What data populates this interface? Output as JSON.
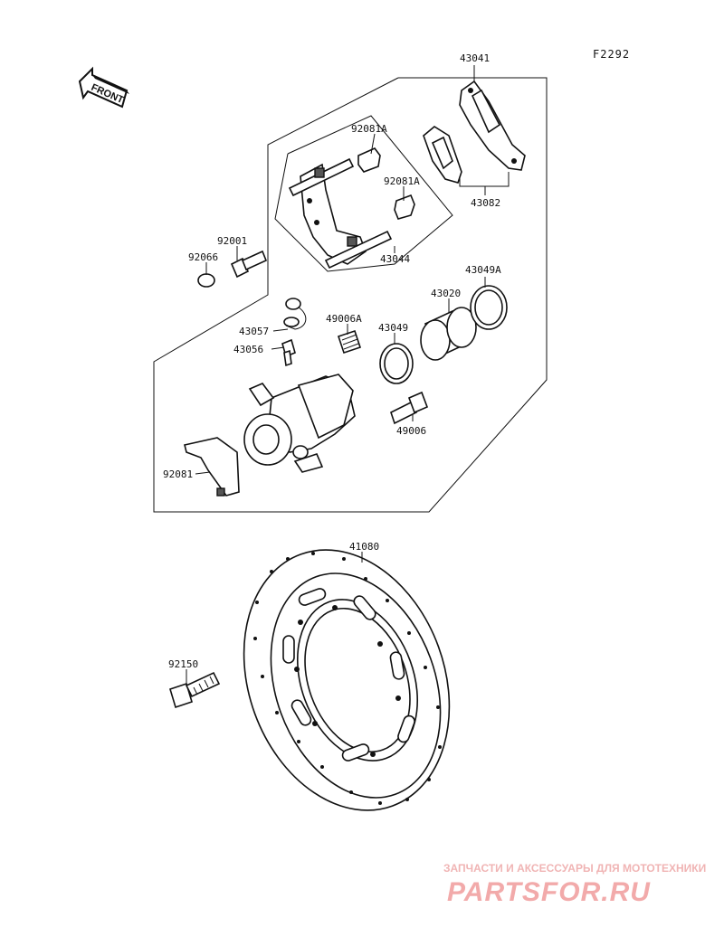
{
  "diagram_code": "F2292",
  "front_label": "FRONT",
  "parts": {
    "p43041": "43041",
    "p92081A_1": "92081A",
    "p92081A_2": "92081A",
    "p43082": "43082",
    "p92001": "92001",
    "p92066": "92066",
    "p43044": "43044",
    "p43049A": "43049A",
    "p43020": "43020",
    "p43057": "43057",
    "p49006A": "49006A",
    "p43049": "43049",
    "p43056": "43056",
    "p49006": "49006",
    "p92081": "92081",
    "p41080": "41080",
    "p92150": "92150"
  },
  "watermark": {
    "top": "ЗАПЧАСТИ И АКСЕССУАРЫ ДЛЯ МОТОТЕХНИКИ",
    "main": "PARTSFOR.RU"
  }
}
